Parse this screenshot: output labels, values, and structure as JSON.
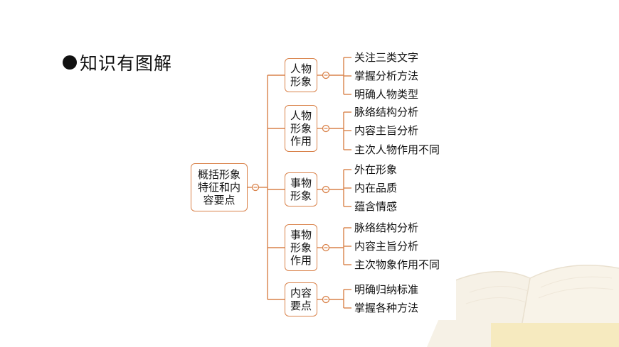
{
  "heading": "知识有图解",
  "root": "概括形象\n特征和内\n容要点",
  "branches": [
    {
      "label": "人物\n形象",
      "items": [
        "关注三类文字",
        "掌握分析方法",
        "明确人物类型"
      ]
    },
    {
      "label": "人物\n形象\n作用",
      "items": [
        "脉络结构分析",
        "内容主旨分析",
        "主次人物作用不同"
      ]
    },
    {
      "label": "事物\n形象",
      "items": [
        "外在形象",
        "内在品质",
        "蕴含情感"
      ]
    },
    {
      "label": "事物\n形象\n作用",
      "items": [
        "脉络结构分析",
        "内容主旨分析",
        "主次物象作用不同"
      ]
    },
    {
      "label": "内容\n要点",
      "items": [
        "明确归纳标准",
        "掌握各种方法"
      ]
    }
  ],
  "colors": {
    "line": "#d9824a",
    "text": "#111111"
  }
}
